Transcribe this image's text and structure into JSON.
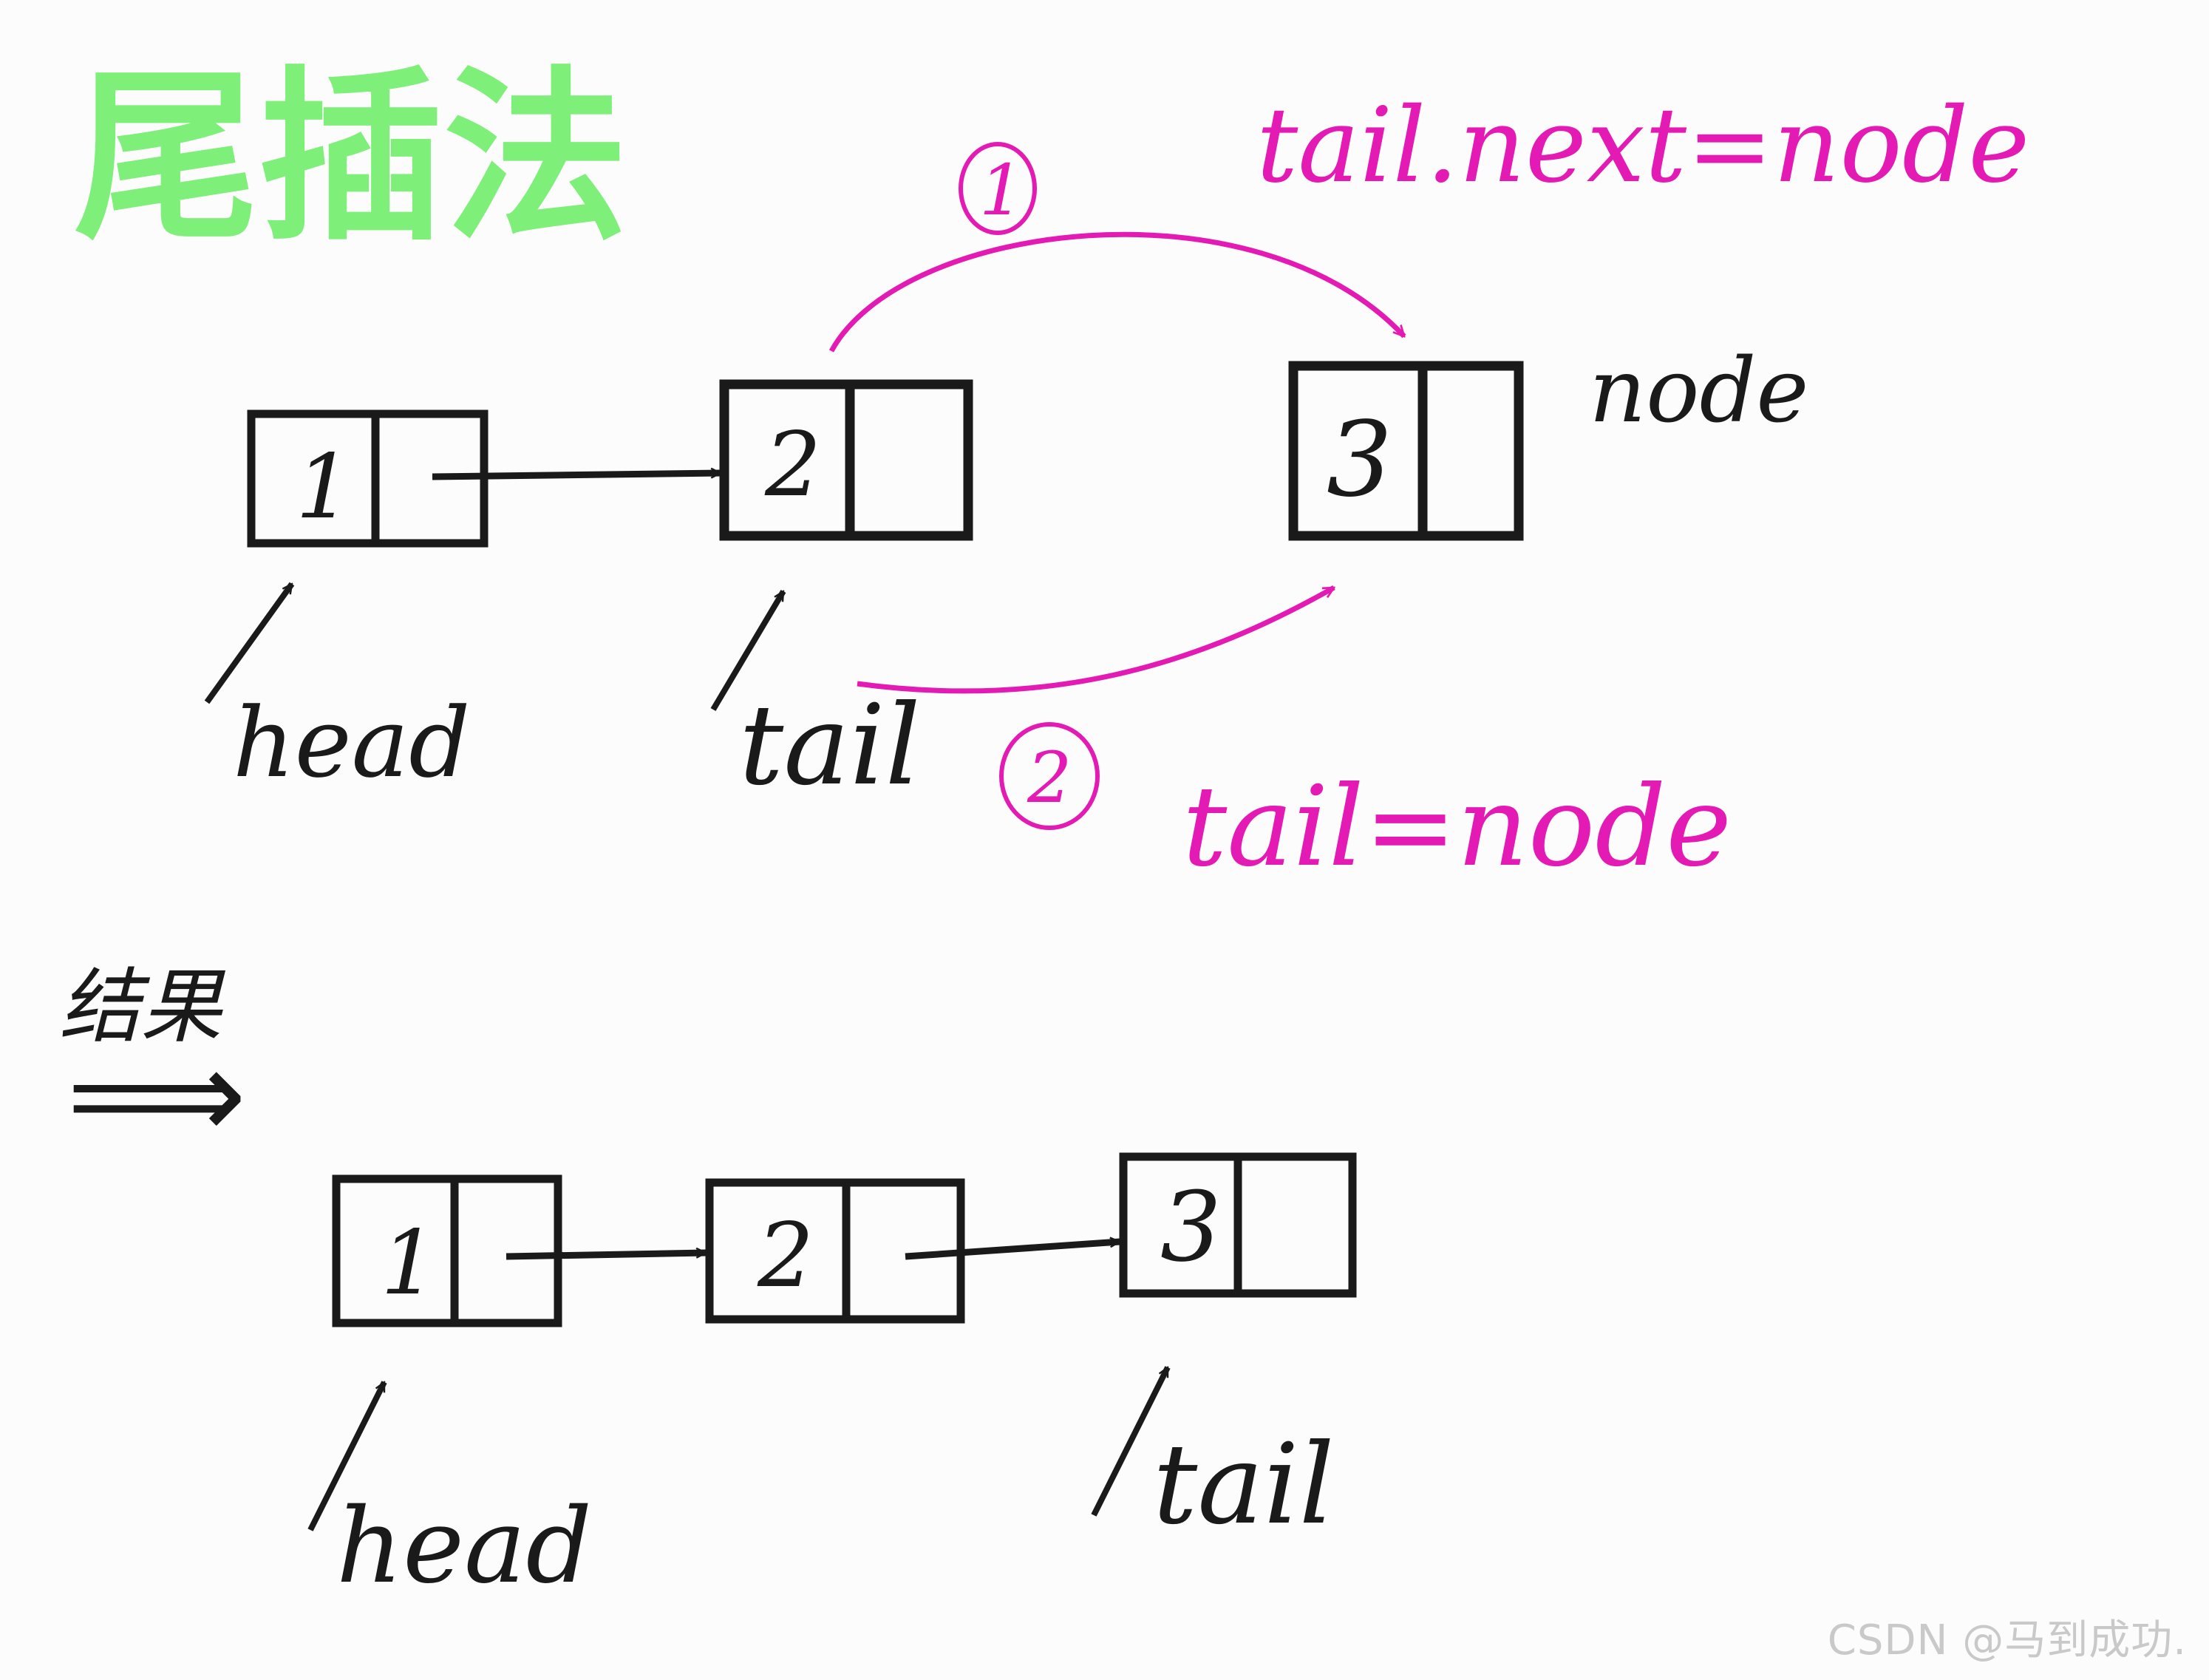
{
  "title": "尾插法",
  "colors": {
    "title": "#7ef07a",
    "ink": "#1a1a1a",
    "accent": "#e31bb4",
    "paper": "#fcfcfc",
    "watermark": "#c9c9c9"
  },
  "top": {
    "nodes": [
      {
        "value": "1"
      },
      {
        "value": "2"
      },
      {
        "value": "3",
        "label": "node"
      }
    ],
    "pointers": {
      "head": "head",
      "tail": "tail"
    },
    "steps": [
      {
        "number": "1",
        "code": "tail.next=node"
      },
      {
        "number": "2",
        "code": "tail=node"
      }
    ]
  },
  "result": {
    "label": "结果",
    "arrow_glyph": "⟹",
    "nodes": [
      {
        "value": "1"
      },
      {
        "value": "2"
      },
      {
        "value": "3"
      }
    ],
    "pointers": {
      "head": "head",
      "tail": "tail"
    }
  },
  "watermark": "CSDN @马到成功."
}
